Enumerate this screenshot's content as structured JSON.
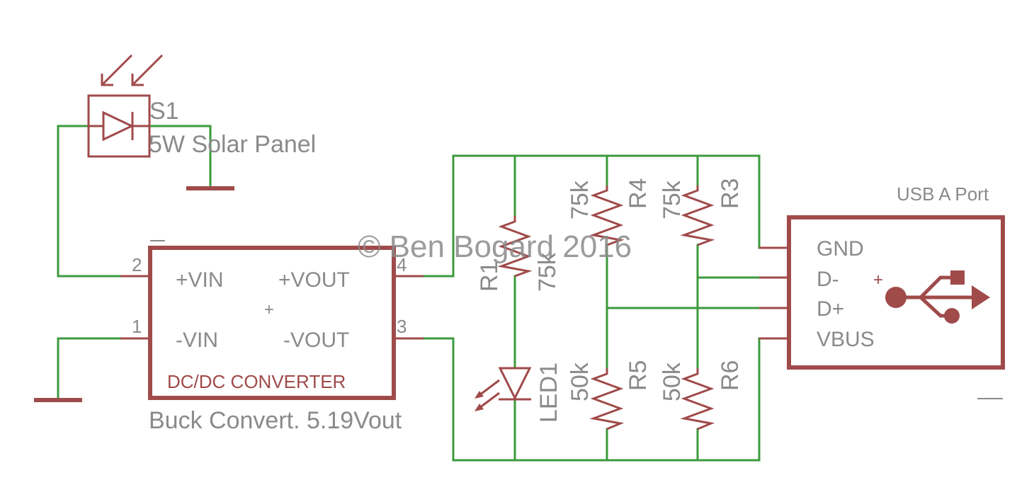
{
  "solar": {
    "ref": "S1",
    "value": "5W Solar Panel"
  },
  "converter": {
    "title": "DC/DC CONVERTER",
    "value": "Buck Convert. 5.19Vout",
    "pins": {
      "vin_pos": "+VIN",
      "vin_neg": "-VIN",
      "vout_pos": "+VOUT",
      "vout_neg": "-VOUT"
    },
    "pin_numbers": {
      "p1": "1",
      "p2": "2",
      "p3": "3",
      "p4": "4"
    }
  },
  "resistors": {
    "r1": {
      "ref": "R1",
      "value": "75k"
    },
    "r3": {
      "ref": "R3",
      "value": "75k"
    },
    "r4": {
      "ref": "R4",
      "value": "75k"
    },
    "r5": {
      "ref": "R5",
      "value": "50k"
    },
    "r6": {
      "ref": "R6",
      "value": "50k"
    }
  },
  "led": {
    "ref": "LED1"
  },
  "usb": {
    "title": "USB A Port",
    "pins": {
      "gnd": "GND",
      "dminus": "D-",
      "dplus": "D+",
      "vbus": "VBUS"
    }
  },
  "watermark": "© Ben Bogard 2016",
  "origin_marks": {
    "converter": "+",
    "usb": "+"
  },
  "colors": {
    "wire": "#3c9a3c",
    "component": "#a04a4a",
    "label": "#8a8a8a"
  }
}
